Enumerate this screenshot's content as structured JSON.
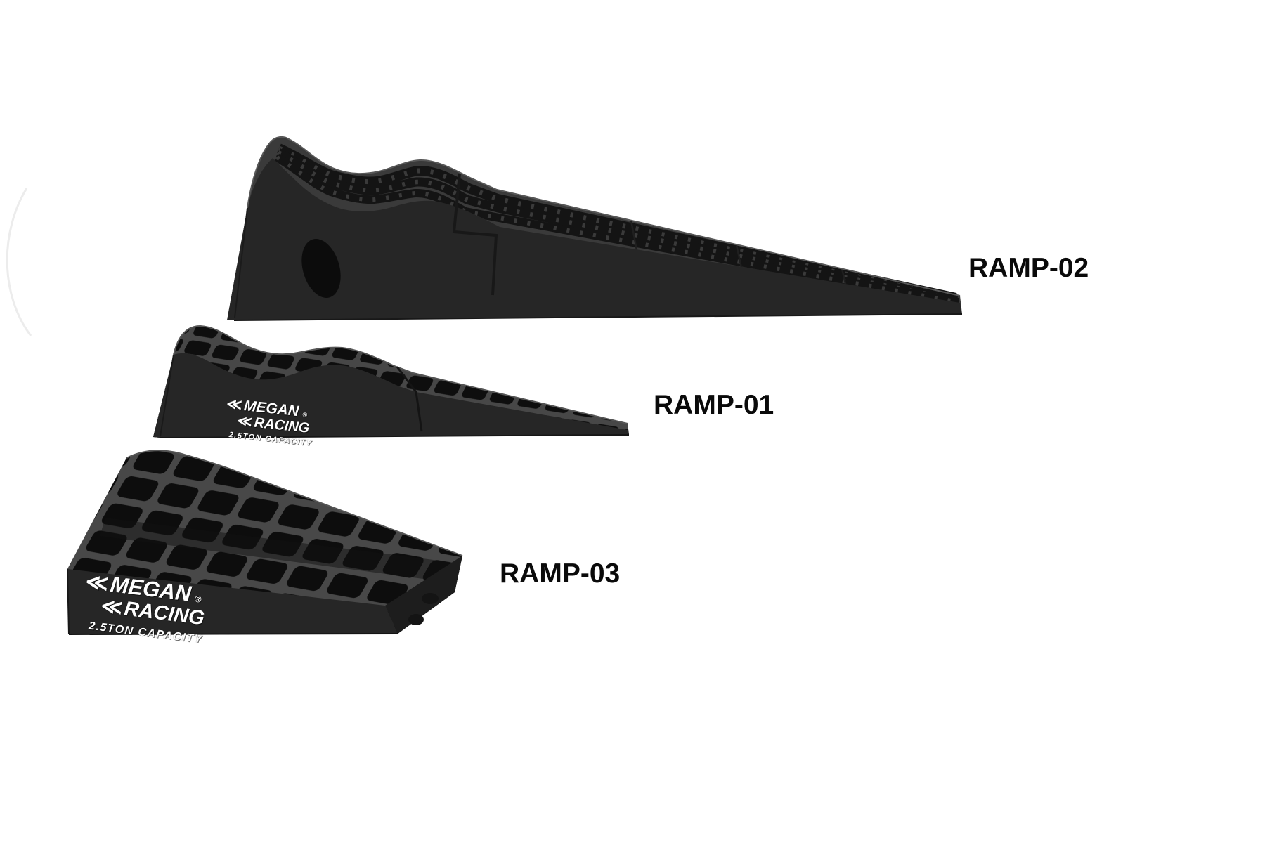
{
  "colors": {
    "background": "#ffffff",
    "ramp_top": "#3a3a3a",
    "ramp_front": "#262626",
    "ramp_side": "#1d1d1d",
    "mesh_hole": "#0e0e0e",
    "tread": "#141414",
    "label_text": "#0a0a0a",
    "brand_text": "#ffffff"
  },
  "products": [
    {
      "id": "ramp-02",
      "label": "RAMP-02"
    },
    {
      "id": "ramp-01",
      "label": "RAMP-01",
      "brand": {
        "chevron_icon": "≪",
        "line1": "MEGAN",
        "reg": "®",
        "line2": "RACING",
        "capacity": "2.5TON CAPACITY"
      }
    },
    {
      "id": "ramp-03",
      "label": "RAMP-03",
      "brand": {
        "chevron_icon": "≪",
        "line1": "MEGAN",
        "reg": "®",
        "line2": "RACING",
        "capacity": "2.5TON CAPACITY"
      }
    }
  ]
}
